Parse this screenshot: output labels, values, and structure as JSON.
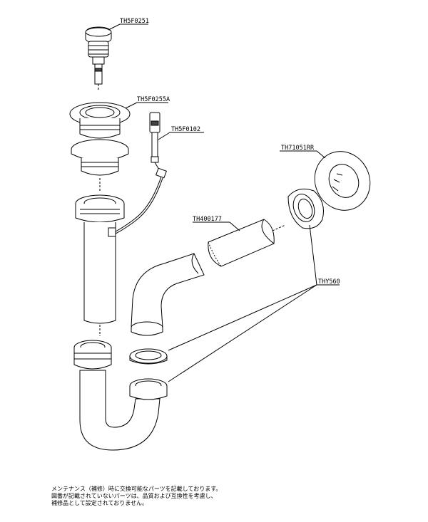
{
  "parts": [
    {
      "id": "pop-up-cap",
      "code": "TH5F0251"
    },
    {
      "id": "drain-flange",
      "code": "TH5F0255A"
    },
    {
      "id": "lift-rod-linkage",
      "code": "TH5F0102"
    },
    {
      "id": "wall-escutcheon",
      "code": "TH71051RR"
    },
    {
      "id": "extension-pipe",
      "code": "TH400177"
    },
    {
      "id": "nut-and-washer",
      "code": "THY560"
    }
  ],
  "note": {
    "lines": [
      "メンテナンス（補修）時に交換可能なパーツを記載しております。",
      "図番が記載されていないパーツは、品質および互換性を考慮し、",
      "補修品として設定されておりません。"
    ]
  }
}
